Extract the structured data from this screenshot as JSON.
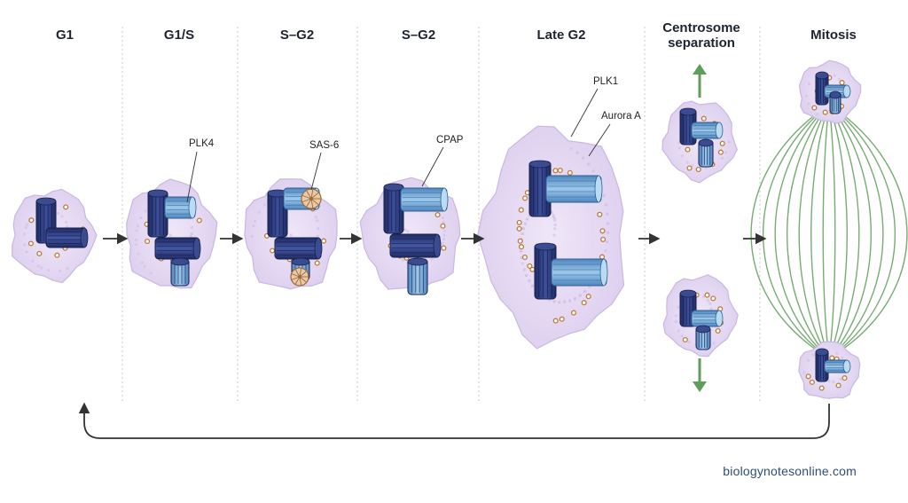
{
  "stages": [
    {
      "key": "g1",
      "title": "G1"
    },
    {
      "key": "g1s",
      "title": "G1/S"
    },
    {
      "key": "sg2a",
      "title": "S–G2"
    },
    {
      "key": "sg2b",
      "title": "S–G2"
    },
    {
      "key": "lateg2",
      "title": "Late G2"
    },
    {
      "key": "sep",
      "title_line1": "Centrosome",
      "title_line2": "separation"
    },
    {
      "key": "mitosis",
      "title": "Mitosis"
    }
  ],
  "labels": {
    "plk4": "PLK4",
    "sas6": "SAS-6",
    "cpap": "CPAP",
    "plk1": "PLK1",
    "aurora": "Aurora A"
  },
  "footer": "biologynotesonline.com",
  "colors": {
    "pcm": "#e6dcf2",
    "pcm_edge": "#c9b8e0",
    "mother": "#2b3a7a",
    "daughter": "#7fb3dc",
    "granule": "#c07a3a",
    "arrow": "#333333",
    "spindle": "#5f9e5a",
    "divider": "#c8c8c8"
  }
}
